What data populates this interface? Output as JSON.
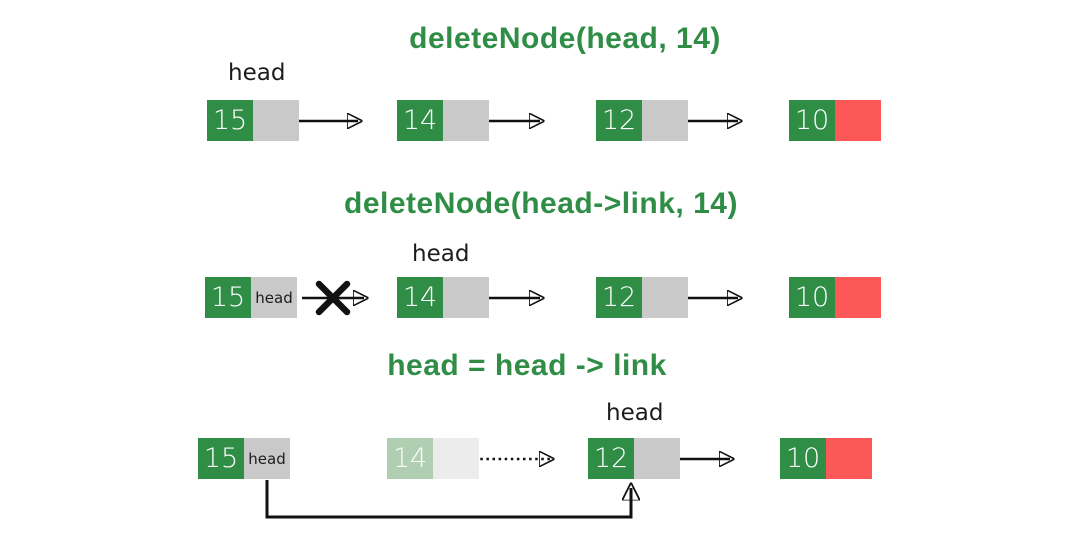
{
  "colors": {
    "green": "#2f8d46",
    "gray": "#c9c9c9",
    "red": "#fd5858",
    "cross": "#e03a4e",
    "faded_green": "#b0cfb2",
    "faded_gray": "#ececec",
    "arrow": "#111111",
    "text_dark": "#1c1c1c"
  },
  "diagram": {
    "sections": [
      {
        "title": "deleteNode(head, 14)",
        "head_label": "head",
        "nodes": [
          {
            "value": "15",
            "link_text": ""
          },
          {
            "value": "14",
            "link_text": ""
          },
          {
            "value": "12",
            "link_text": ""
          },
          {
            "value": "10",
            "link_text": ""
          }
        ]
      },
      {
        "title": "deleteNode(head->link, 14)",
        "head_label": "head",
        "nodes": [
          {
            "value": "15",
            "link_text": "head"
          },
          {
            "value": "14",
            "link_text": ""
          },
          {
            "value": "12",
            "link_text": ""
          },
          {
            "value": "10",
            "link_text": ""
          }
        ]
      },
      {
        "title": "head = head -> link",
        "head_label": "head",
        "nodes": [
          {
            "value": "15",
            "link_text": "head"
          },
          {
            "value": "14",
            "link_text": ""
          },
          {
            "value": "12",
            "link_text": ""
          },
          {
            "value": "10",
            "link_text": ""
          }
        ]
      }
    ]
  }
}
